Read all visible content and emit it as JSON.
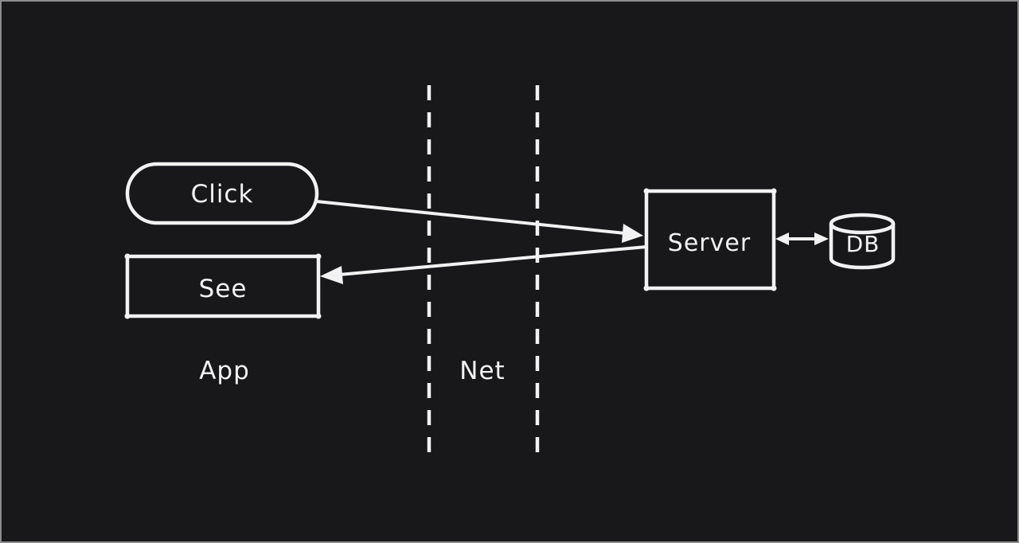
{
  "canvas": {
    "background": "#18181b",
    "stroke_color": "#f2f2f2",
    "frame_border_color": "#8c8c8c"
  },
  "nodes": {
    "click": {
      "label": "Click",
      "shape": "pill"
    },
    "see": {
      "label": "See",
      "shape": "rectangle"
    },
    "server": {
      "label": "Server",
      "shape": "rectangle"
    },
    "db": {
      "label": "DB",
      "shape": "cylinder"
    }
  },
  "zones": {
    "app": {
      "label": "App"
    },
    "net": {
      "label": "Net"
    }
  },
  "edges": [
    {
      "from": "Click",
      "to": "Server",
      "style": "arrow"
    },
    {
      "from": "Server",
      "to": "See",
      "style": "arrow"
    },
    {
      "from": "Server",
      "to": "DB",
      "style": "double-arrow"
    }
  ]
}
